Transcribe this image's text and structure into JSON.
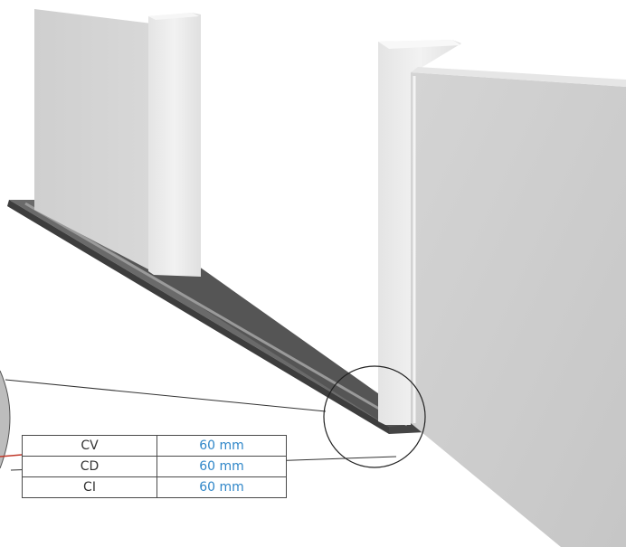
{
  "colors": {
    "panel": "#d2d2d2",
    "post": "#ececec",
    "base": "#5a5a5a",
    "table_value": "#2f86c8",
    "detail_line": "#333333",
    "accent_line": "#c0392b"
  },
  "table": {
    "rows": [
      {
        "label": "CV",
        "value": "60 mm"
      },
      {
        "label": "CD",
        "value": "60 mm"
      },
      {
        "label": "CI",
        "value": "60 mm"
      }
    ]
  }
}
